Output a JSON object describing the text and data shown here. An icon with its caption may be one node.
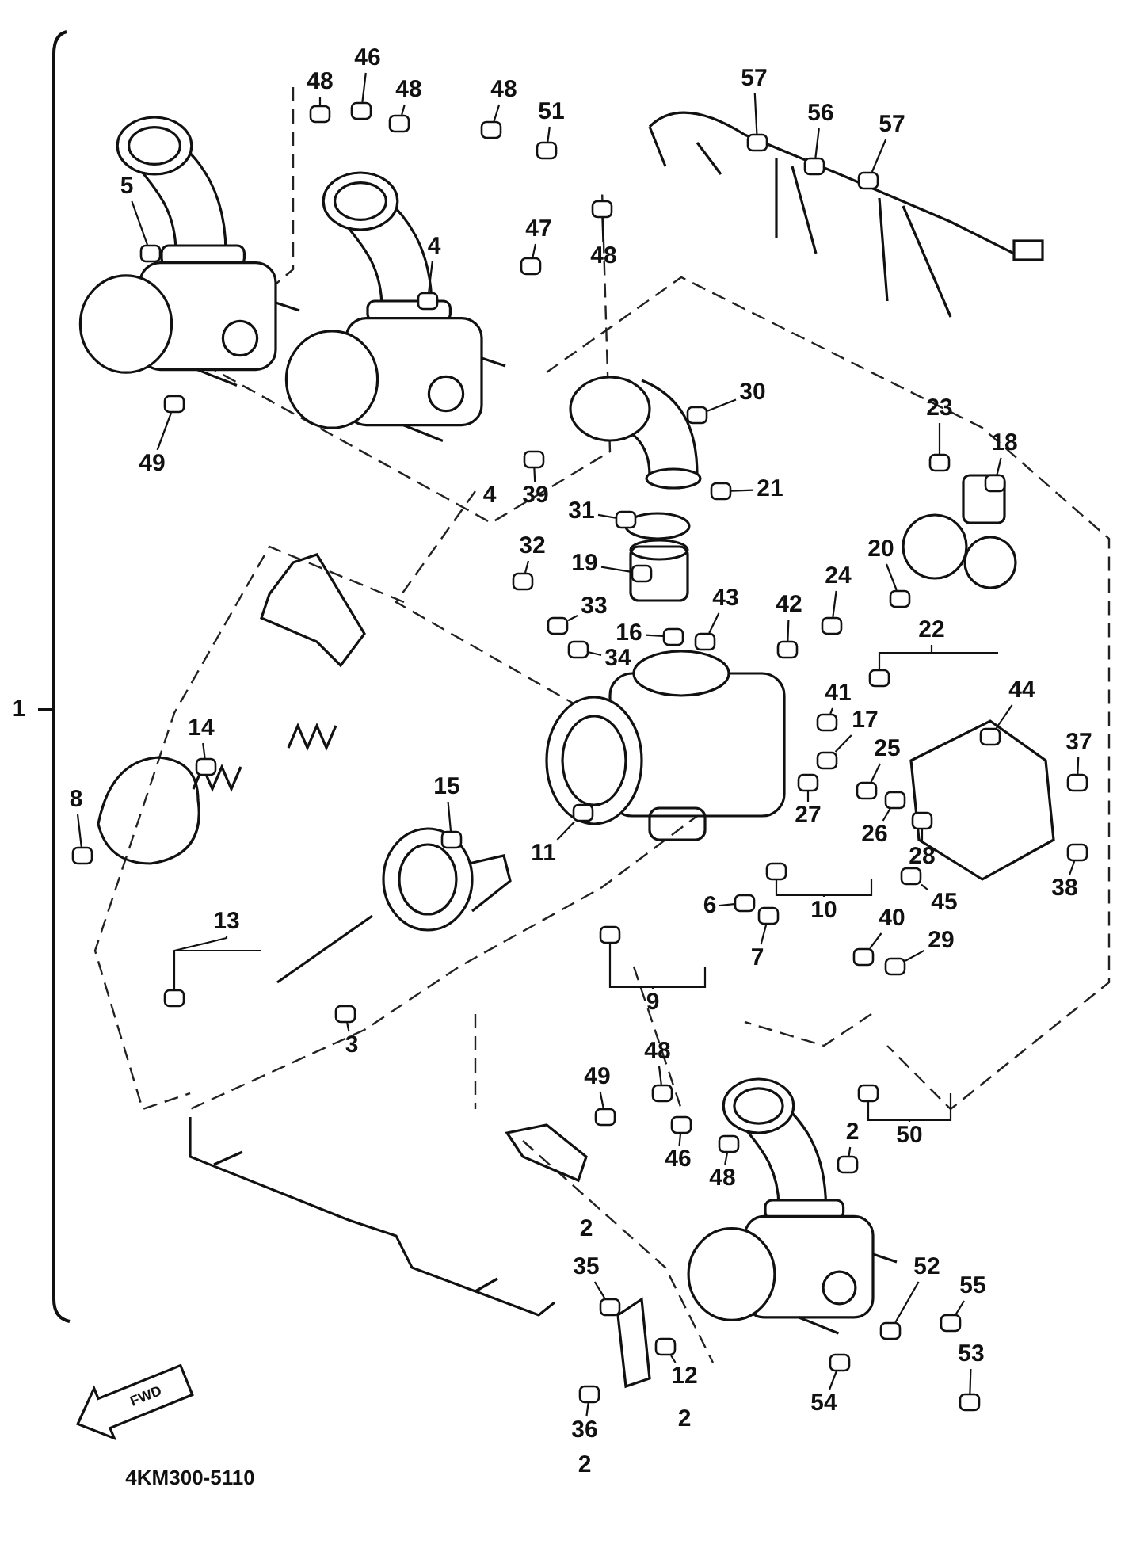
{
  "diagram": {
    "nodes": [
      {
        "text": [
          "46"
        ]
      },
      {
        "text": [
          "48"
        ]
      },
      {
        "text": [
          "57"
        ]
      },
      {
        "text": [
          "48"
        ]
      },
      {
        "text": [
          "48"
        ]
      },
      {
        "text": [
          "51"
        ]
      },
      {
        "text": [
          "56"
        ]
      },
      {
        "text": [
          "57"
        ]
      },
      {
        "text": [
          "5"
        ]
      },
      {
        "text": [
          "47"
        ]
      },
      {
        "text": [
          "4"
        ]
      },
      {
        "text": [
          "48"
        ]
      },
      {
        "text": [
          "30"
        ]
      },
      {
        "text": [
          "23"
        ]
      },
      {
        "text": [
          "18"
        ]
      },
      {
        "text": [
          "49"
        ]
      },
      {
        "text": [
          "21"
        ]
      },
      {
        "text": [
          "39"
        ]
      },
      {
        "text": [
          "31"
        ]
      },
      {
        "text": [
          "32"
        ]
      },
      {
        "text": [
          "20"
        ]
      },
      {
        "text": [
          "19"
        ]
      },
      {
        "text": [
          "24"
        ]
      },
      {
        "text": [
          "43"
        ]
      },
      {
        "text": [
          "42"
        ]
      },
      {
        "text": [
          "33"
        ]
      },
      {
        "text": [
          "22"
        ]
      },
      {
        "text": [
          "16"
        ]
      },
      {
        "text": [
          "34"
        ]
      },
      {
        "text": [
          "44"
        ]
      },
      {
        "text": [
          "41"
        ]
      },
      {
        "text": [
          "17"
        ]
      },
      {
        "text": [
          "14"
        ]
      },
      {
        "text": [
          "37"
        ]
      },
      {
        "text": [
          "25"
        ]
      },
      {
        "text": [
          "15"
        ]
      },
      {
        "text": [
          "8"
        ]
      },
      {
        "text": [
          "27"
        ]
      },
      {
        "text": [
          "26"
        ]
      },
      {
        "text": [
          "11"
        ]
      },
      {
        "text": [
          "28"
        ]
      },
      {
        "text": [
          "38"
        ]
      },
      {
        "text": [
          "45"
        ]
      },
      {
        "text": [
          "6"
        ]
      },
      {
        "text": [
          "10"
        ]
      },
      {
        "text": [
          "40"
        ]
      },
      {
        "text": [
          "13"
        ]
      },
      {
        "text": [
          "29"
        ]
      },
      {
        "text": [
          "7"
        ]
      },
      {
        "text": [
          "9"
        ]
      },
      {
        "text": [
          "3"
        ]
      },
      {
        "text": [
          "48"
        ]
      },
      {
        "text": [
          "49"
        ]
      },
      {
        "text": [
          "50"
        ]
      },
      {
        "text": [
          "2"
        ]
      },
      {
        "text": [
          "46"
        ]
      },
      {
        "text": [
          "48"
        ]
      },
      {
        "text": [
          "52"
        ]
      },
      {
        "text": [
          "35"
        ]
      },
      {
        "text": [
          "55"
        ]
      },
      {
        "text": [
          "53"
        ]
      },
      {
        "text": [
          "12"
        ]
      },
      {
        "text": [
          "54"
        ]
      },
      {
        "text": [
          "36"
        ]
      },
      {
        "text": [],
        "shape": "box"
      },
      {
        "text": [],
        "shape": "box"
      },
      {
        "text": [],
        "shape": "box"
      },
      {
        "text": [],
        "shape": "box"
      },
      {
        "text": [],
        "shape": "box"
      },
      {
        "text": [],
        "shape": "box"
      },
      {
        "text": [],
        "shape": "box"
      },
      {
        "text": [],
        "shape": "box"
      },
      {
        "text": [],
        "shape": "box"
      },
      {
        "text": [],
        "shape": "box"
      },
      {
        "text": [],
        "shape": "box"
      },
      {
        "text": [],
        "shape": "box"
      },
      {
        "text": [],
        "shape": "box"
      },
      {
        "text": [],
        "shape": "box"
      },
      {
        "text": [],
        "shape": "box"
      },
      {
        "text": [],
        "shape": "box"
      },
      {
        "text": [],
        "shape": "box"
      },
      {
        "text": [],
        "shape": "box"
      },
      {
        "text": [],
        "shape": "box"
      },
      {
        "text": [],
        "shape": "box"
      },
      {
        "text": [],
        "shape": "box"
      },
      {
        "text": [],
        "shape": "box"
      },
      {
        "text": [],
        "shape": "box"
      },
      {
        "text": [],
        "shape": "box"
      },
      {
        "text": [],
        "shape": "box"
      },
      {
        "text": [],
        "shape": "box"
      },
      {
        "text": [],
        "shape": "box"
      },
      {
        "text": [],
        "shape": "box"
      },
      {
        "text": [],
        "shape": "box"
      },
      {
        "text": [],
        "shape": "box"
      },
      {
        "text": [],
        "shape": "box"
      },
      {
        "text": [],
        "shape": "box"
      },
      {
        "text": [],
        "shape": "box"
      },
      {
        "text": [],
        "shape": "box"
      },
      {
        "text": [],
        "shape": "box"
      },
      {
        "text": [],
        "shape": "box"
      },
      {
        "text": [],
        "shape": "box"
      },
      {
        "text": [],
        "shape": "box"
      },
      {
        "text": [],
        "shape": "box"
      },
      {
        "text": [],
        "shape": "box"
      },
      {
        "text": [],
        "shape": "box"
      },
      {
        "text": [],
        "shape": "box"
      },
      {
        "text": [],
        "shape": "box"
      },
      {
        "text": [],
        "shape": "box"
      },
      {
        "text": [],
        "shape": "box"
      },
      {
        "text": [],
        "shape": "box"
      },
      {
        "text": [],
        "shape": "box"
      },
      {
        "text": [],
        "shape": "box"
      },
      {
        "text": [],
        "shape": "box"
      },
      {
        "text": [],
        "shape": "box"
      },
      {
        "text": [],
        "shape": "box"
      },
      {
        "text": [],
        "shape": "box"
      },
      {
        "text": [],
        "shape": "box"
      },
      {
        "text": [],
        "shape": "box"
      },
      {
        "text": [],
        "shape": "box"
      },
      {
        "text": [],
        "shape": "box"
      },
      {
        "text": [],
        "shape": "box"
      },
      {
        "text": [],
        "shape": "box"
      },
      {
        "text": [],
        "shape": "box"
      },
      {
        "text": [],
        "shape": "box"
      },
      {
        "text": [],
        "shape": "box"
      },
      {
        "text": [],
        "shape": "box"
      },
      {
        "text": [],
        "shape": "box"
      },
      {
        "text": [],
        "shape": "box"
      }
    ],
    "edges": [
      {
        "from": 0,
        "to": 64,
        "arrow": "none"
      },
      {
        "from": 1,
        "to": 65,
        "arrow": "none"
      },
      {
        "from": 2,
        "to": 66,
        "arrow": "none"
      },
      {
        "from": 3,
        "to": 67,
        "arrow": "none"
      },
      {
        "from": 4,
        "to": 68,
        "arrow": "none"
      },
      {
        "from": 5,
        "to": 69,
        "arrow": "none"
      },
      {
        "from": 6,
        "to": 70,
        "arrow": "none"
      },
      {
        "from": 7,
        "to": 71,
        "arrow": "none"
      },
      {
        "from": 8,
        "to": 72,
        "arrow": "none"
      },
      {
        "from": 9,
        "to": 73,
        "arrow": "none"
      },
      {
        "from": 10,
        "to": 74,
        "arrow": "none"
      },
      {
        "from": 11,
        "to": 75,
        "arrow": "none"
      },
      {
        "from": 12,
        "to": 76,
        "arrow": "none"
      },
      {
        "from": 13,
        "to": 77,
        "arrow": "none"
      },
      {
        "from": 14,
        "to": 78,
        "arrow": "none"
      },
      {
        "from": 15,
        "to": 79,
        "arrow": "none"
      },
      {
        "from": 16,
        "to": 80,
        "arrow": "none"
      },
      {
        "from": 17,
        "to": 81,
        "arrow": "none"
      },
      {
        "from": 18,
        "to": 82,
        "arrow": "none"
      },
      {
        "from": 19,
        "to": 83,
        "arrow": "none"
      },
      {
        "from": 20,
        "to": 84,
        "arrow": "none"
      },
      {
        "from": 21,
        "to": 85,
        "arrow": "none"
      },
      {
        "from": 22,
        "to": 86,
        "arrow": "none"
      },
      {
        "from": 23,
        "to": 87,
        "arrow": "none"
      },
      {
        "from": 24,
        "to": 88,
        "arrow": "none"
      },
      {
        "from": 25,
        "to": 89,
        "arrow": "none"
      },
      {
        "from": 26,
        "to": 90,
        "arrow": "none"
      },
      {
        "from": 27,
        "to": 91,
        "arrow": "none"
      },
      {
        "from": 28,
        "to": 92,
        "arrow": "none"
      },
      {
        "from": 29,
        "to": 93,
        "arrow": "none"
      },
      {
        "from": 30,
        "to": 94,
        "arrow": "none"
      },
      {
        "from": 31,
        "to": 95,
        "arrow": "none"
      },
      {
        "from": 32,
        "to": 96,
        "arrow": "none"
      },
      {
        "from": 33,
        "to": 97,
        "arrow": "none"
      },
      {
        "from": 34,
        "to": 98,
        "arrow": "none"
      },
      {
        "from": 35,
        "to": 99,
        "arrow": "none"
      },
      {
        "from": 36,
        "to": 100,
        "arrow": "none"
      },
      {
        "from": 37,
        "to": 101,
        "arrow": "none"
      },
      {
        "from": 38,
        "to": 102,
        "arrow": "none"
      },
      {
        "from": 39,
        "to": 103,
        "arrow": "none"
      },
      {
        "from": 40,
        "to": 104,
        "arrow": "none"
      },
      {
        "from": 41,
        "to": 105,
        "arrow": "none"
      },
      {
        "from": 42,
        "to": 106,
        "arrow": "none"
      },
      {
        "from": 43,
        "to": 107,
        "arrow": "none"
      },
      {
        "from": 44,
        "to": 108,
        "arrow": "none"
      },
      {
        "from": 45,
        "to": 109,
        "arrow": "none"
      },
      {
        "from": 46,
        "to": 110,
        "arrow": "none"
      },
      {
        "from": 47,
        "to": 111,
        "arrow": "none"
      },
      {
        "from": 48,
        "to": 112,
        "arrow": "none"
      },
      {
        "from": 49,
        "to": 113,
        "arrow": "none"
      },
      {
        "from": 50,
        "to": 114,
        "arrow": "none"
      },
      {
        "from": 51,
        "to": 115,
        "arrow": "none"
      },
      {
        "from": 52,
        "to": 116,
        "arrow": "none"
      },
      {
        "from": 53,
        "to": 117,
        "arrow": "none"
      },
      {
        "from": 54,
        "to": 118,
        "arrow": "none"
      },
      {
        "from": 55,
        "to": 119,
        "arrow": "none"
      },
      {
        "from": 56,
        "to": 120,
        "arrow": "none"
      },
      {
        "from": 57,
        "to": 121,
        "arrow": "none"
      },
      {
        "from": 58,
        "to": 122,
        "arrow": "none"
      },
      {
        "from": 59,
        "to": 123,
        "arrow": "none"
      },
      {
        "from": 60,
        "to": 124,
        "arrow": "none"
      },
      {
        "from": 61,
        "to": 125,
        "arrow": "none"
      },
      {
        "from": 62,
        "to": 126,
        "arrow": "none"
      },
      {
        "from": 63,
        "to": 127,
        "arrow": "none"
      }
    ],
    "labels": [
      "4",
      "1",
      "2",
      "FWD",
      "2",
      "2",
      "4KM300-5110"
    ]
  }
}
